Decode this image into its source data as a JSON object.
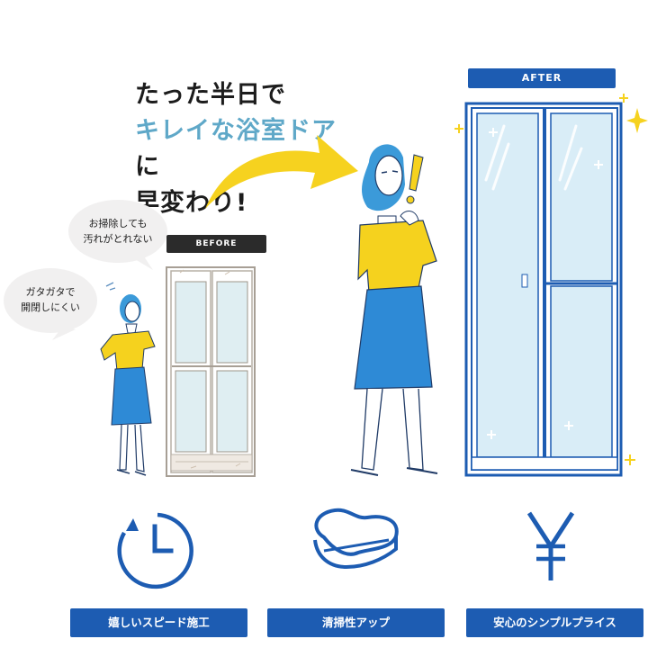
{
  "headline": {
    "line1": "たった半日で",
    "line2_highlight": "キレイな浴室ドア",
    "line2_suffix": "に",
    "line3": "早変わり!"
  },
  "before_label": "BEFORE",
  "after_label": "AFTER",
  "bubbles": {
    "dirt": {
      "line1": "お掃除しても",
      "line2": "汚れがとれない"
    },
    "rattle": {
      "line1": "ガタガタで",
      "line2": "開閉しにくい"
    }
  },
  "features": [
    {
      "icon": "clock-icon",
      "label": "嬉しいスピード施工"
    },
    {
      "icon": "sponge-icon",
      "label": "清掃性アップ"
    },
    {
      "icon": "yen-icon",
      "label": "安心のシンプルプライス"
    }
  ],
  "colors": {
    "brand_blue": "#1d5cb2",
    "highlight_text": "#5fa8c8",
    "arrow_yellow": "#f6d21f",
    "shirt_yellow": "#f5d21e",
    "skirt_blue": "#2e8ad6",
    "hair_blue": "#3b9ad9",
    "before_tag": "#2b2b2b"
  }
}
